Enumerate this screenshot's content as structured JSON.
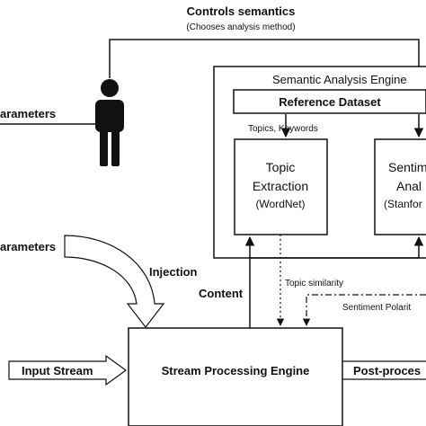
{
  "controls": {
    "title": "Controls semantics",
    "subtitle": "(Chooses analysis method)"
  },
  "left_inputs": {
    "parameters_top": "arameters",
    "parameters_bottom": "arameters",
    "injection": "Injection",
    "content": "Content"
  },
  "semantic_engine": {
    "title": "Semantic Analysis Engine",
    "reference_dataset": "Reference Dataset",
    "topics_keywords": "Topics, Keywords",
    "topic_box": {
      "line1": "Topic",
      "line2": "Extraction",
      "line3": "(WordNet)"
    },
    "sentiment_box": {
      "line1": "Sentim",
      "line2": "Anal",
      "line3": "(Stanfor"
    }
  },
  "links": {
    "topic_similarity": "Topic similarity",
    "sentiment_polarity": "Sentiment Polarit"
  },
  "stream": {
    "input": "Input Stream",
    "engine": "Stream Processing Engine",
    "output": "Post-proces"
  },
  "colors": {
    "stroke": "#111111",
    "background": "#ffffff"
  }
}
